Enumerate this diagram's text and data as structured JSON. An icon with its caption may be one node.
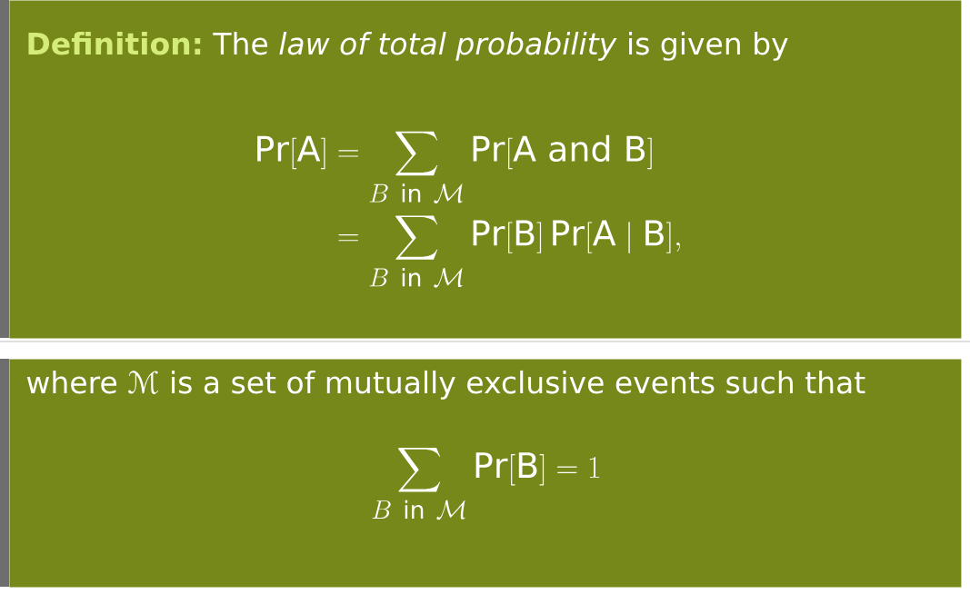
{
  "diagram": {
    "nodes": [
      {
        "text": [
          "Definition:",
          "The *law of total probability* is given by",
          "\\begin{aligned}\\mathrm{Pr}[\\mathrm{A}] &= \\sum_{B \\mathrm{\\ in\\ } \\mathcal{M}} \\mathrm{Pr}[\\mathrm{A\\ and\\ B}] \\\\ &= \\sum_{B \\mathrm{\\ in\\ } \\mathcal{M}} \\mathrm{Pr}[\\mathrm{B}]\\,\\mathrm{Pr}[\\mathrm{A} \\mid \\mathrm{B}],\\end{aligned}"
        ]
      },
      {
        "text": [
          "where ℳ is a set of mutually exclusive events such that",
          "\\sum_{B \\mathrm{\\ in\\ } \\mathcal{M}} \\mathrm{Pr}[\\mathrm{B}] = 1"
        ]
      }
    ]
  }
}
